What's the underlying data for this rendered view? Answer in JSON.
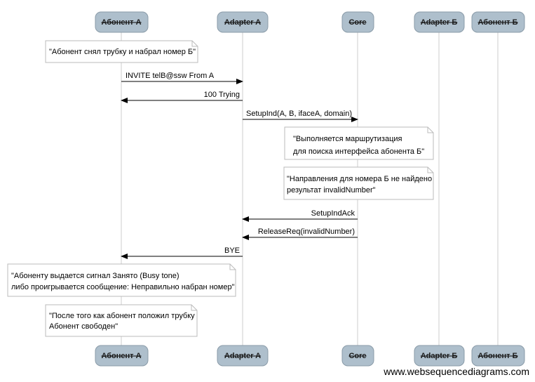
{
  "participants": [
    {
      "id": "abonent_a",
      "label": "Абонент А"
    },
    {
      "id": "adapter_a",
      "label": "Adapter A"
    },
    {
      "id": "core",
      "label": "Core"
    },
    {
      "id": "adapter_b",
      "label": "Adapter Б"
    },
    {
      "id": "abonent_b",
      "label": "Абонент Б"
    }
  ],
  "messages": [
    {
      "label": "INVITE telB@ssw From A"
    },
    {
      "label": "100 Trying"
    },
    {
      "label": "SetupInd(A, B, ifaceA, domain)"
    },
    {
      "label": "SetupIndAck"
    },
    {
      "label": "ReleaseReq(invalidNumber)"
    },
    {
      "label": "BYE"
    }
  ],
  "notes": [
    {
      "lines": [
        "\"Абонент снял трубку и набрал номер Б\""
      ]
    },
    {
      "lines": [
        "\"Выполняется маршрутизация",
        "для поиска интерфейса абонента Б\""
      ]
    },
    {
      "lines": [
        "\"Направления для номера Б не найдено",
        "результат invalidNumber\""
      ]
    },
    {
      "lines": [
        "\"Абоненту выдается сигнал Занято (Busy tone)",
        "либо проигрывается сообщение: Неправильно набран номер\""
      ]
    },
    {
      "lines": [
        "\"После того как абонент положил трубку",
        "Абонент свободен\""
      ]
    }
  ],
  "footer": "www.websequencediagrams.com",
  "colors": {
    "actor_fill": "#aebfcc",
    "actor_stroke": "#8a9ba8",
    "lifeline": "#cccccc",
    "note_stroke": "#bbbbbb",
    "arrow": "#000000"
  }
}
